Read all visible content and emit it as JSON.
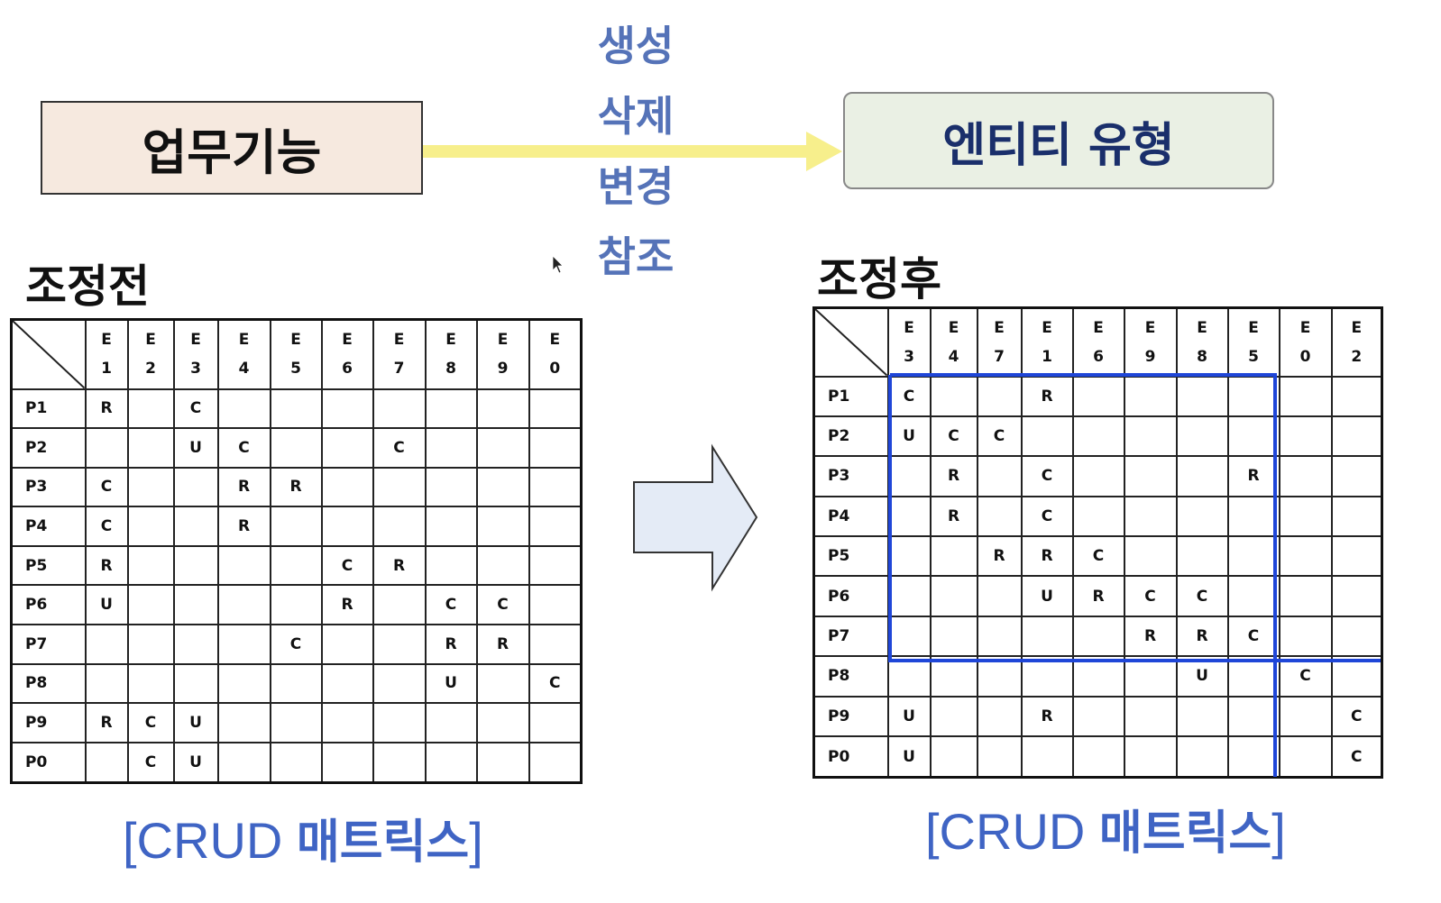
{
  "top": {
    "left_label": "업무기능",
    "right_label": "엔티티 유형",
    "verbs": [
      "생성",
      "삭제",
      "변경",
      "참조"
    ]
  },
  "before": {
    "title": "조정전",
    "columns": [
      [
        "E",
        "1"
      ],
      [
        "E",
        "2"
      ],
      [
        "E",
        "3"
      ],
      [
        "E",
        "4"
      ],
      [
        "E",
        "5"
      ],
      [
        "E",
        "6"
      ],
      [
        "E",
        "7"
      ],
      [
        "E",
        "8"
      ],
      [
        "E",
        "9"
      ],
      [
        "E",
        "0"
      ]
    ],
    "rows": [
      {
        "label": "P1",
        "cells": [
          "R",
          "",
          "C",
          "",
          "",
          "",
          "",
          "",
          "",
          ""
        ]
      },
      {
        "label": "P2",
        "cells": [
          "",
          "",
          "U",
          "C",
          "",
          "",
          "C",
          "",
          "",
          ""
        ]
      },
      {
        "label": "P3",
        "cells": [
          "C",
          "",
          "",
          "R",
          "R",
          "",
          "",
          "",
          "",
          ""
        ]
      },
      {
        "label": "P4",
        "cells": [
          "C",
          "",
          "",
          "R",
          "",
          "",
          "",
          "",
          "",
          ""
        ]
      },
      {
        "label": "P5",
        "cells": [
          "R",
          "",
          "",
          "",
          "",
          "C",
          "R",
          "",
          "",
          ""
        ]
      },
      {
        "label": "P6",
        "cells": [
          "U",
          "",
          "",
          "",
          "",
          "R",
          "",
          "C",
          "C",
          ""
        ]
      },
      {
        "label": "P7",
        "cells": [
          "",
          "",
          "",
          "",
          "C",
          "",
          "",
          "R",
          "R",
          ""
        ]
      },
      {
        "label": "P8",
        "cells": [
          "",
          "",
          "",
          "",
          "",
          "",
          "",
          "U",
          "",
          "C"
        ]
      },
      {
        "label": "P9",
        "cells": [
          "R",
          "C",
          "U",
          "",
          "",
          "",
          "",
          "",
          "",
          ""
        ]
      },
      {
        "label": "P0",
        "cells": [
          "",
          "C",
          "U",
          "",
          "",
          "",
          "",
          "",
          "",
          ""
        ]
      }
    ],
    "caption_open": "[CRUD ",
    "caption_bold": "매트릭스",
    "caption_close": "]"
  },
  "after": {
    "title": "조정후",
    "columns": [
      [
        "E",
        "3"
      ],
      [
        "E",
        "4"
      ],
      [
        "E",
        "7"
      ],
      [
        "E",
        "1"
      ],
      [
        "E",
        "6"
      ],
      [
        "E",
        "9"
      ],
      [
        "E",
        "8"
      ],
      [
        "E",
        "5"
      ],
      [
        "E",
        "0"
      ],
      [
        "E",
        "2"
      ]
    ],
    "rows": [
      {
        "label": "P1",
        "cells": [
          "C",
          "",
          "",
          "R",
          "",
          "",
          "",
          "",
          "",
          ""
        ]
      },
      {
        "label": "P2",
        "cells": [
          "U",
          "C",
          "C",
          "",
          "",
          "",
          "",
          "",
          "",
          ""
        ]
      },
      {
        "label": "P3",
        "cells": [
          "",
          "R",
          "",
          "C",
          "",
          "",
          "",
          "R",
          "",
          ""
        ]
      },
      {
        "label": "P4",
        "cells": [
          "",
          "R",
          "",
          "C",
          "",
          "",
          "",
          "",
          "",
          ""
        ]
      },
      {
        "label": "P5",
        "cells": [
          "",
          "",
          "R",
          "R",
          "C",
          "",
          "",
          "",
          "",
          ""
        ]
      },
      {
        "label": "P6",
        "cells": [
          "",
          "",
          "",
          "U",
          "R",
          "C",
          "C",
          "",
          "",
          ""
        ]
      },
      {
        "label": "P7",
        "cells": [
          "",
          "",
          "",
          "",
          "",
          "R",
          "R",
          "C",
          "",
          ""
        ]
      },
      {
        "label": "P8",
        "cells": [
          "",
          "",
          "",
          "",
          "",
          "",
          "U",
          "",
          "C",
          ""
        ]
      },
      {
        "label": "P9",
        "cells": [
          "U",
          "",
          "",
          "R",
          "",
          "",
          "",
          "",
          "",
          "C"
        ]
      },
      {
        "label": "P0",
        "cells": [
          "U",
          "",
          "",
          "",
          "",
          "",
          "",
          "",
          "",
          "C"
        ]
      }
    ],
    "caption_open": "[CRUD ",
    "caption_bold": "매트릭스",
    "caption_close": "]"
  },
  "colors": {
    "verbs": "#5573b8",
    "left_box_fill": "#f6e9df",
    "right_box_fill": "#eaf0e4",
    "top_arrow": "#f7ef8c",
    "block_arrow_fill": "#e4ebf6",
    "highlight_lines": "#1f46d8",
    "caption": "#3f64c4"
  }
}
